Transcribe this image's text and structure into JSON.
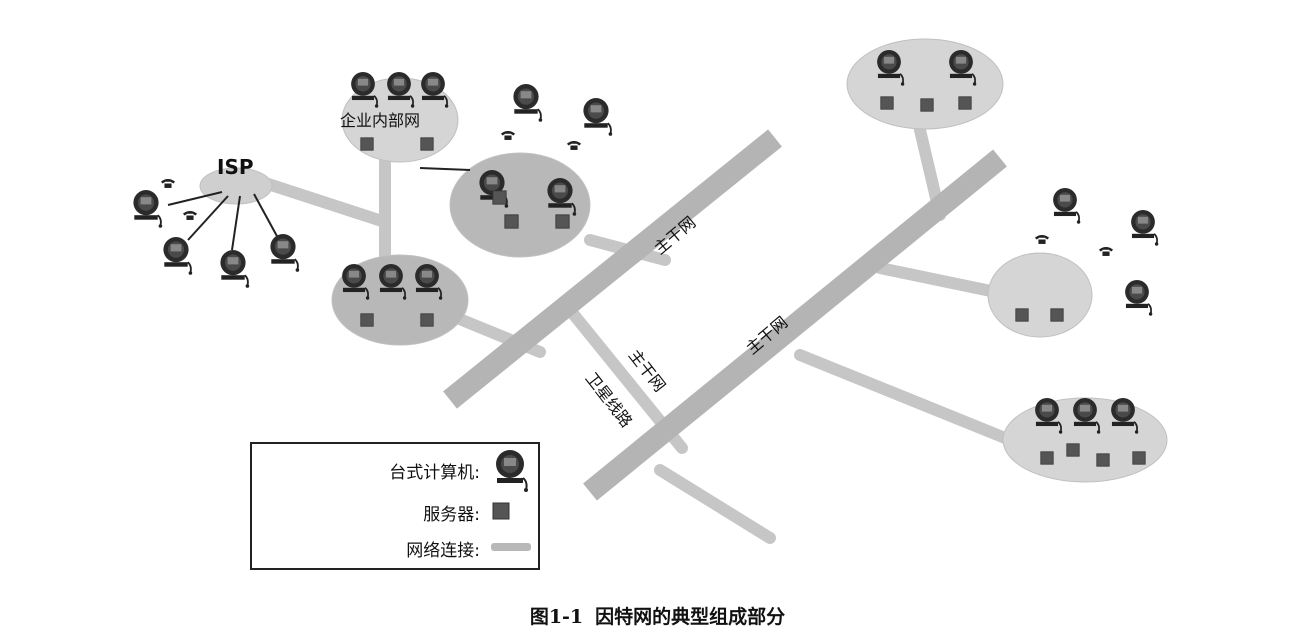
{
  "diagram": {
    "labels": {
      "isp": "ISP",
      "intranet": "企业内部网",
      "backbone_1": "主干网",
      "backbone_2": "主干网",
      "backbone_3": "主干网",
      "satellite": "卫星线路"
    }
  },
  "legend": {
    "desktop_label": "台式计算机:",
    "server_label": "服务器:",
    "link_label": "网络连接:"
  },
  "caption": {
    "number": "图1-1",
    "title": "因特网的典型组成部分"
  }
}
